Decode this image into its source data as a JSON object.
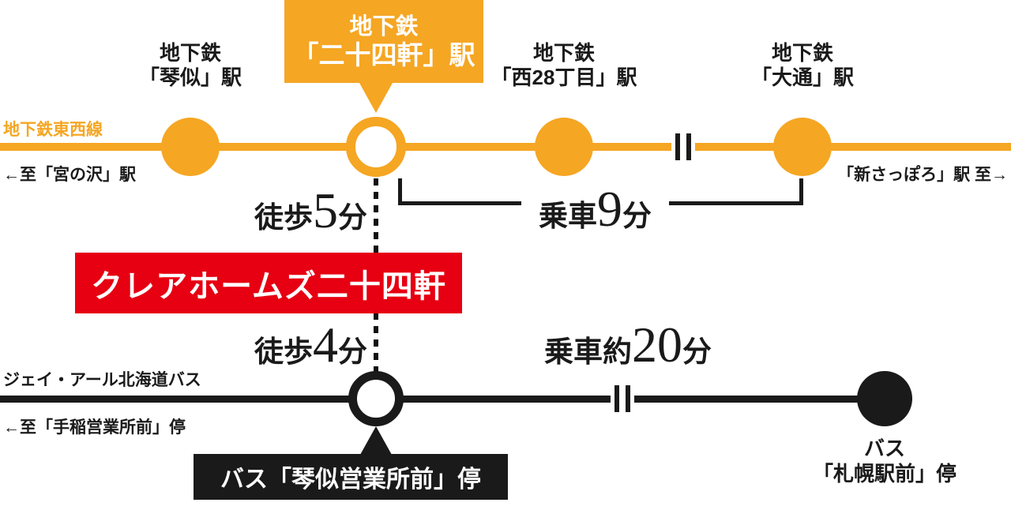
{
  "colors": {
    "subway_line": "#F5A623",
    "bus_line": "#1A1A1A",
    "property_box": "#E60012"
  },
  "subway": {
    "line_name": "地下鉄東西線",
    "dir_left": "←至「宮の沢」駅",
    "dir_right": "「新さっぽろ」駅 至→",
    "stations": [
      {
        "line1": "地下鉄",
        "line2": "「琴似」駅"
      },
      {
        "line1": "地下鉄",
        "line2": "「二十四軒」駅"
      },
      {
        "line1": "地下鉄",
        "line2": "「西28丁目」駅"
      },
      {
        "line1": "地下鉄",
        "line2": "「大通」駅"
      }
    ],
    "walk": {
      "prefix": "徒歩",
      "num": "5",
      "suffix": "分"
    },
    "ride": {
      "prefix": "乗車",
      "num": "9",
      "suffix": "分"
    }
  },
  "property": {
    "name": "クレアホームズ二十四軒"
  },
  "bus": {
    "line_name": "ジェイ・アール北海道バス",
    "dir_left": "←至「手稲営業所前」停",
    "walk": {
      "prefix": "徒歩",
      "num": "4",
      "suffix": "分"
    },
    "ride": {
      "prefix": "乗車約",
      "num": "20",
      "suffix": "分"
    },
    "stop_origin": "バス「琴似営業所前」停",
    "stop_dest": {
      "line1": "バス",
      "line2": "「札幌駅前」停"
    }
  }
}
